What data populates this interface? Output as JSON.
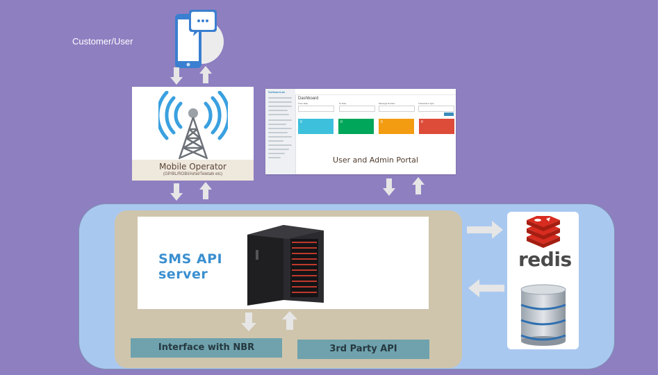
{
  "user": {
    "label": "Customer/User"
  },
  "operator": {
    "title": "Mobile Operator",
    "subtitle": "(GP/BL/ROBI/Airtel/Teletalk etc)"
  },
  "portal": {
    "caption": "User and Admin Portal",
    "brand": "SoftwareLab",
    "page_title": "Dashboard",
    "filters": [
      "From Date",
      "To Date",
      "Message Number",
      "Transaction Type"
    ],
    "tile_colors": [
      "#3dc0dc",
      "#00a65a",
      "#f39c12",
      "#dd4b39"
    ],
    "tile_values": [
      "0",
      "0",
      "0",
      "0"
    ]
  },
  "server": {
    "line1": "SMS API",
    "line2": "server"
  },
  "interfaces": {
    "nbr": "Interface with NBR",
    "third_party": "3rd Party API"
  },
  "cache": {
    "name": "redis"
  },
  "colors": {
    "background": "#8e7fc1",
    "region": "#a9c8f0",
    "inner_region": "#cfc5ac",
    "box": "#6fa2ad",
    "arrow": "#e6e6e6"
  }
}
